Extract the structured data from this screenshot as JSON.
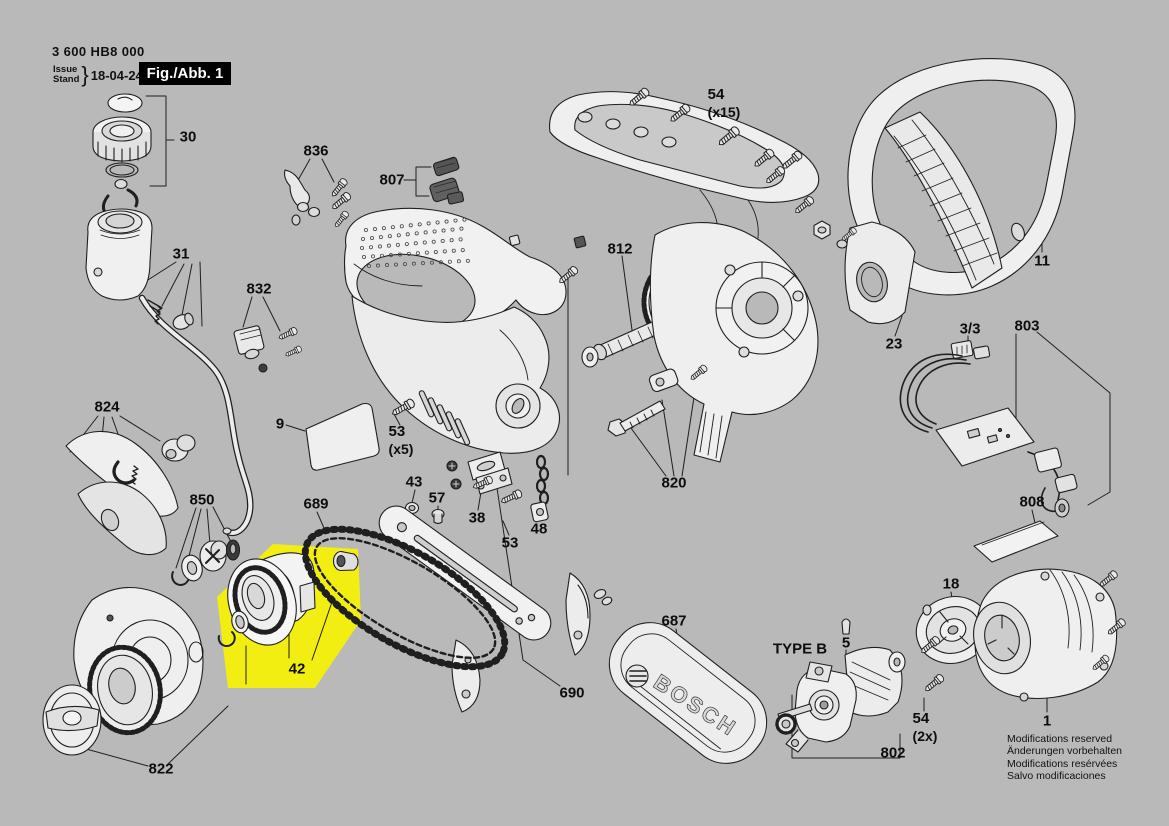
{
  "header": {
    "part_number": "3 600 HB8 000",
    "issue_label": "Issue",
    "stand_label": "Stand",
    "brace": "}",
    "date": "18-04-24",
    "figure_label": "Fig./Abb. 1"
  },
  "colors": {
    "background": "#b9b9b9",
    "highlight": "#f2ee12",
    "line": "#1f1f1f"
  },
  "brand_text": "BOSCH",
  "callouts": {
    "p30": "30",
    "p31": "31",
    "p836": "836",
    "p807": "807",
    "p832": "832",
    "p824": "824",
    "p9": "9",
    "p53a": "53",
    "p53a_qty": "(x5)",
    "p850": "850",
    "p689": "689",
    "p43": "43",
    "p57": "57",
    "p38": "38",
    "p53b": "53",
    "p48": "48",
    "p54a": "54",
    "p54a_qty": "(x15)",
    "p812": "812",
    "p23": "23",
    "p11": "11",
    "p3_3": "3/3",
    "p803": "803",
    "p820": "820",
    "p808": "808",
    "p18": "18",
    "p42": "42",
    "p690": "690",
    "p687": "687",
    "type_b": "TYPE B",
    "p5": "5",
    "p822": "822",
    "p802": "802",
    "p54b": "54",
    "p54b_qty": "(2x)",
    "p1": "1"
  },
  "footer": {
    "lines": [
      "Modifications reserved",
      "Änderungen vorbehalten",
      "Modifications resérvées",
      "Salvo modificaciones"
    ]
  }
}
